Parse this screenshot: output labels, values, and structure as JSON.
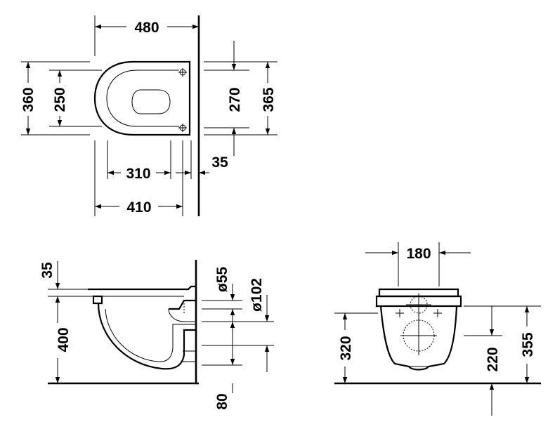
{
  "top_view": {
    "width_480": "480",
    "height_360": "360",
    "seat_250": "250",
    "fix_270": "270",
    "depth_365": "365",
    "len_310": "310",
    "wall_35": "35",
    "len_410": "410"
  },
  "side_view": {
    "rim_35": "35",
    "height_400": "400",
    "dia_55": "ø55",
    "dia_102": "ø102",
    "floor_80": "80"
  },
  "front_view": {
    "width_180": "180",
    "height_320": "320",
    "height_220": "220",
    "height_355": "355"
  }
}
